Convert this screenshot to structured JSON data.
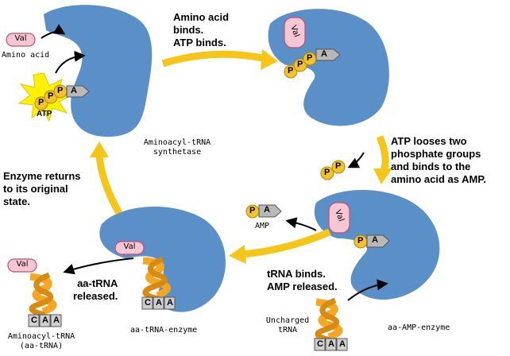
{
  "labels": {
    "step1": [
      "Amino acid",
      "binds.",
      "ATP binds."
    ],
    "step2": [
      "ATP looses two",
      "phosphate groups",
      "and binds to the",
      "amino acid as AMP."
    ],
    "step3": [
      "tRNA binds.",
      "AMP released."
    ],
    "step4": [
      "aa-tRNA",
      "released."
    ],
    "step5": [
      "Enzyme returns",
      "to its original",
      "state."
    ]
  },
  "captions": {
    "amino_acid": "Amino acid",
    "atp": "ATP",
    "enzyme": [
      "Aminoacyl-tRNA",
      "synthetase"
    ],
    "amp": "AMP",
    "aa_amp_enzyme": "aa-AMP-enzyme",
    "aa_trna_enzyme": "aa-tRNA-enzyme",
    "uncharged_trna": [
      "Uncharged",
      "tRNA"
    ],
    "aminoacyl_trna": [
      "Aminoacyl-tRNA",
      "(aa-tRNA)"
    ]
  },
  "molecules": {
    "val": "Val",
    "val_bound": "Val",
    "p": "P",
    "a": "A",
    "anticodon": [
      "C",
      "A",
      "A"
    ]
  },
  "colors": {
    "enzyme": "#5b8fc7",
    "enzyme_dark": "#3d6fa8",
    "phosphate": "#f2c230",
    "adenosine": "#b8b8b8",
    "val": "#f7c6d4",
    "trna": "#f5a623",
    "cycle_arrow": "#f5c518",
    "starburst": "#fff200"
  }
}
